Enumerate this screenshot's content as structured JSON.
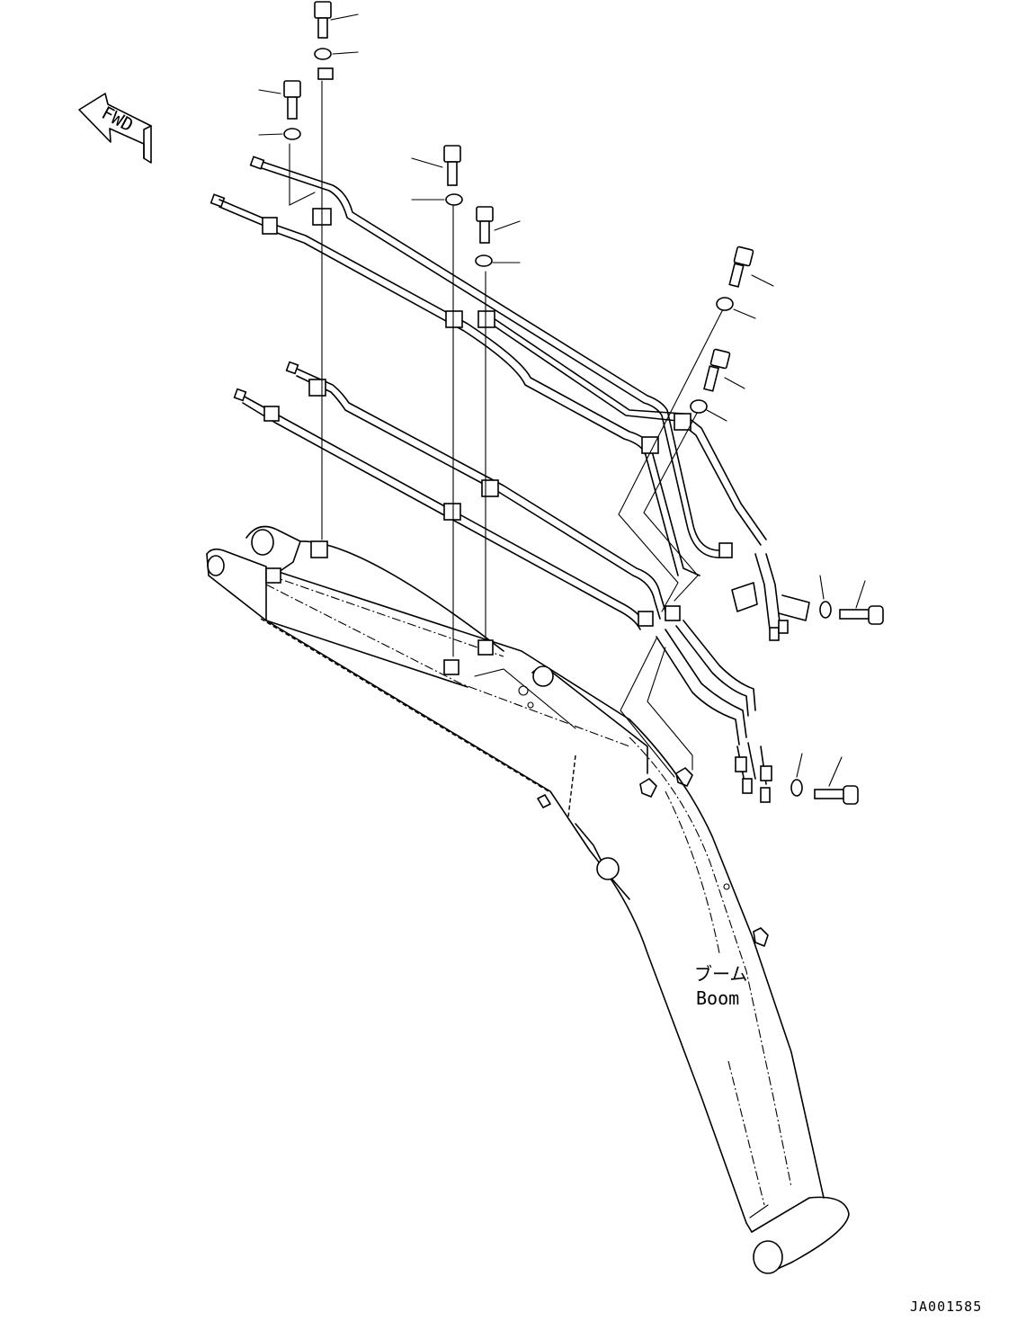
{
  "direction_arrow": {
    "text": "FWD"
  },
  "boom_label": {
    "japanese": "ブーム",
    "english": "Boom"
  },
  "drawing_id": "JA001585",
  "colors": {
    "line": "#000000",
    "background": "#ffffff"
  }
}
